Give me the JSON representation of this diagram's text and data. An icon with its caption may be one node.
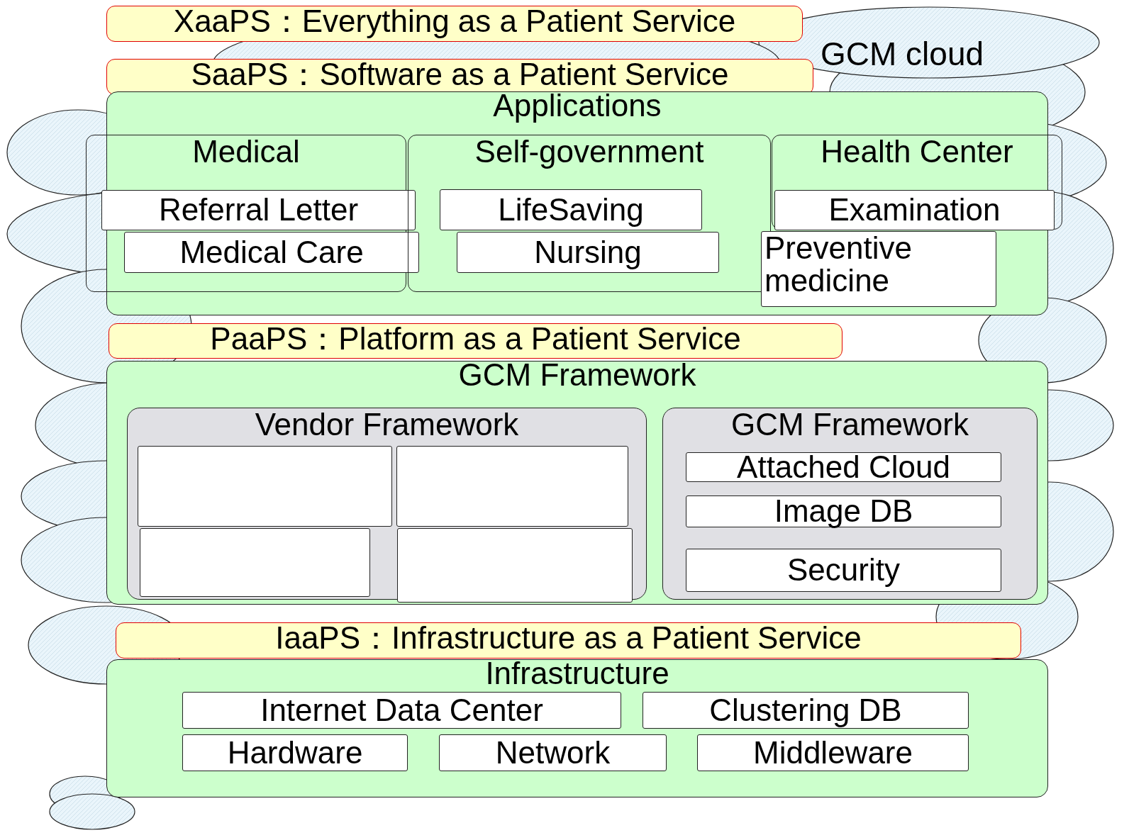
{
  "diagram": {
    "nodes": [
      {
        "text": [
          "GCM cloud"
        ]
      },
      {
        "text": [
          "XaaPS：Everything as a Patient Service"
        ],
        "in": 0
      },
      {
        "text": [
          "SaaPS：Software as a Patient Service"
        ],
        "in": 0
      },
      {
        "text": [
          "Applications"
        ],
        "in": 0
      },
      {
        "text": [
          "Medical"
        ],
        "in": 3
      },
      {
        "text": [
          "Referral Letter"
        ],
        "in": 4
      },
      {
        "text": [
          "Medical Care"
        ],
        "in": 4
      },
      {
        "text": [
          "Self-government"
        ],
        "in": 3
      },
      {
        "text": [
          "LifeSaving"
        ],
        "in": 7
      },
      {
        "text": [
          "Nursing"
        ],
        "in": 7
      },
      {
        "text": [
          "Health Center"
        ],
        "in": 3
      },
      {
        "text": [
          "Examination"
        ],
        "in": 10
      },
      {
        "text": [
          "Preventive medicine"
        ],
        "in": 3
      },
      {
        "text": [
          "PaaPS：Platform as a Patient Service"
        ],
        "in": 0
      },
      {
        "text": [
          "GCM Framework"
        ],
        "in": 0
      },
      {
        "text": [
          "Vendor Framework"
        ],
        "in": 14
      },
      {
        "text": [],
        "shape": "box",
        "in": 15
      },
      {
        "text": [],
        "shape": "box",
        "in": 15
      },
      {
        "text": [],
        "shape": "box",
        "in": 15
      },
      {
        "text": [],
        "shape": "box",
        "in": 15
      },
      {
        "text": [
          "GCM Framework"
        ],
        "in": 14
      },
      {
        "text": [
          "Attached Cloud"
        ],
        "in": 20
      },
      {
        "text": [
          "Image DB"
        ],
        "in": 20
      },
      {
        "text": [
          "Security"
        ],
        "in": 20
      },
      {
        "text": [
          "IaaPS：Infrastructure as a Patient Service"
        ],
        "in": 0
      },
      {
        "text": [
          "Infrastructure"
        ],
        "in": 0
      },
      {
        "text": [
          "Internet Data Center"
        ],
        "in": 25
      },
      {
        "text": [
          "Clustering DB"
        ],
        "in": 25
      },
      {
        "text": [
          "Hardware"
        ],
        "in": 25
      },
      {
        "text": [
          "Network"
        ],
        "in": 25
      },
      {
        "text": [
          "Middleware"
        ],
        "in": 25
      }
    ]
  }
}
